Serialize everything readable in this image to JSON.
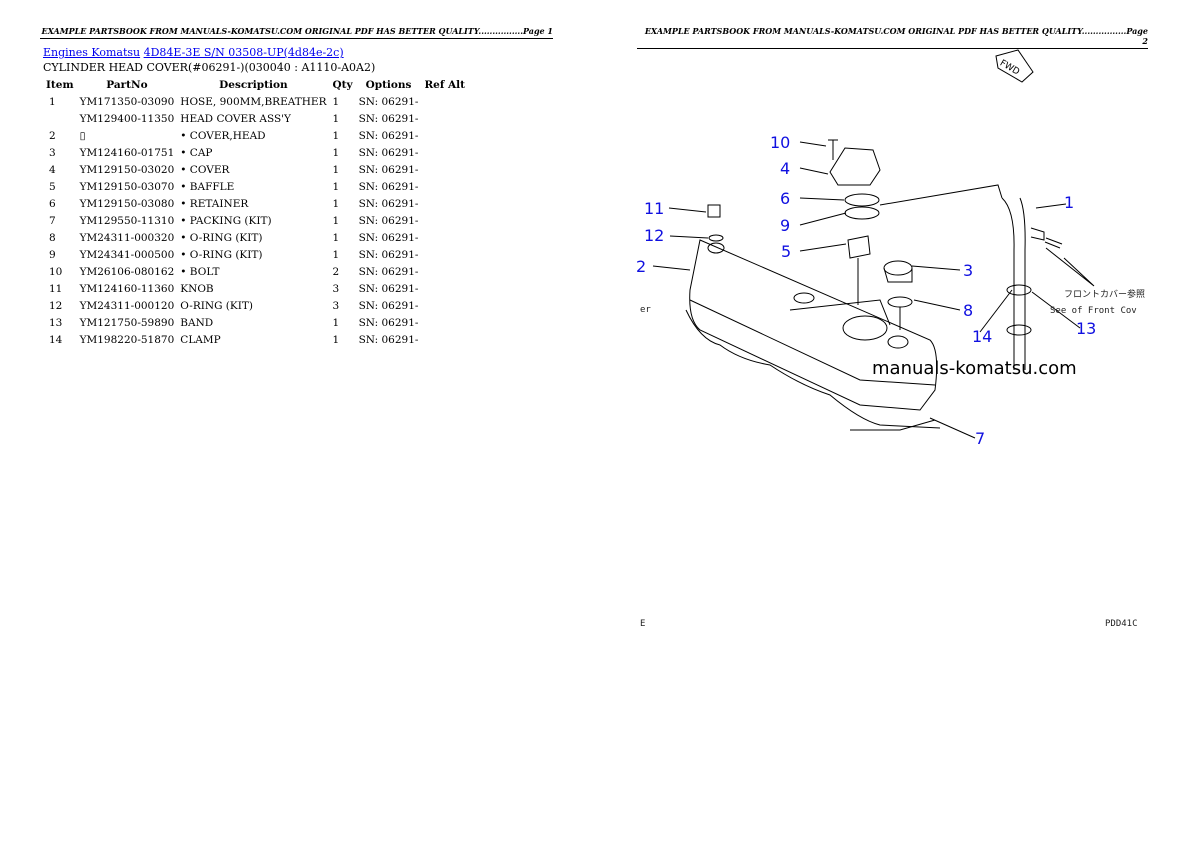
{
  "page1": {
    "header": "EXAMPLE PARTSBOOK FROM MANUALS-KOMATSU.COM ORIGINAL PDF HAS BETTER QUALITY................Page 1",
    "breadcrumb": [
      {
        "label": "Engines Komatsu"
      },
      {
        "label": "4D84E-3E S/N 03508-UP(4d84e-2c)"
      }
    ],
    "subtitle": "CYLINDER HEAD COVER(#06291-)(030040 : A1110-A0A2)",
    "table": {
      "columns": [
        "Item",
        "PartNo",
        "Description",
        "Qty",
        "Options",
        "Ref Alt"
      ],
      "rows": [
        {
          "item": "1",
          "partno": "YM171350-03090",
          "desc": "HOSE, 900MM,BREATHER",
          "qty": "1",
          "options": "SN: 06291-"
        },
        {
          "item": "",
          "partno": "YM129400-11350",
          "desc": "HEAD COVER ASS'Y",
          "qty": "1",
          "options": "SN: 06291-"
        },
        {
          "item": "2",
          "partno": "▯",
          "desc": "• COVER,HEAD",
          "qty": "1",
          "options": "SN: 06291-"
        },
        {
          "item": "3",
          "partno": "YM124160-01751",
          "desc": "• CAP",
          "qty": "1",
          "options": "SN: 06291-"
        },
        {
          "item": "4",
          "partno": "YM129150-03020",
          "desc": "• COVER",
          "qty": "1",
          "options": "SN: 06291-"
        },
        {
          "item": "5",
          "partno": "YM129150-03070",
          "desc": "• BAFFLE",
          "qty": "1",
          "options": "SN: 06291-"
        },
        {
          "item": "6",
          "partno": "YM129150-03080",
          "desc": "• RETAINER",
          "qty": "1",
          "options": "SN: 06291-"
        },
        {
          "item": "7",
          "partno": "YM129550-11310",
          "desc": "• PACKING (KIT)",
          "qty": "1",
          "options": "SN: 06291-"
        },
        {
          "item": "8",
          "partno": "YM24311-000320",
          "desc": "• O-RING (KIT)",
          "qty": "1",
          "options": "SN: 06291-"
        },
        {
          "item": "9",
          "partno": "YM24341-000500",
          "desc": "• O-RING (KIT)",
          "qty": "1",
          "options": "SN: 06291-"
        },
        {
          "item": "10",
          "partno": "YM26106-080162",
          "desc": "• BOLT",
          "qty": "2",
          "options": "SN: 06291-"
        },
        {
          "item": "11",
          "partno": "YM124160-11360",
          "desc": "KNOB",
          "qty": "3",
          "options": "SN: 06291-"
        },
        {
          "item": "12",
          "partno": "YM24311-000120",
          "desc": "O-RING (KIT)",
          "qty": "3",
          "options": "SN: 06291-"
        },
        {
          "item": "13",
          "partno": "YM121750-59890",
          "desc": "BAND",
          "qty": "1",
          "options": "SN: 06291-"
        },
        {
          "item": "14",
          "partno": "YM198220-51870",
          "desc": "CLAMP",
          "qty": "1",
          "options": "SN: 06291-"
        }
      ]
    }
  },
  "page2": {
    "header": "EXAMPLE PARTSBOOK FROM MANUALS-KOMATSU.COM ORIGINAL PDF HAS BETTER QUALITY................Page 2",
    "diagram": {
      "fwd_label": "FWD",
      "callouts": [
        "10",
        "4",
        "6",
        "9",
        "11",
        "12",
        "5",
        "2",
        "3",
        "8",
        "1",
        "13",
        "14",
        "7"
      ],
      "note_jp": "フロントカバー参照",
      "note_en": "See of Front Cov",
      "left_fragment": "er",
      "watermark": "manuals-komatsu.com",
      "footer_left": "E",
      "footer_right": "PDD41C",
      "callout_color": "#1010e0"
    }
  }
}
